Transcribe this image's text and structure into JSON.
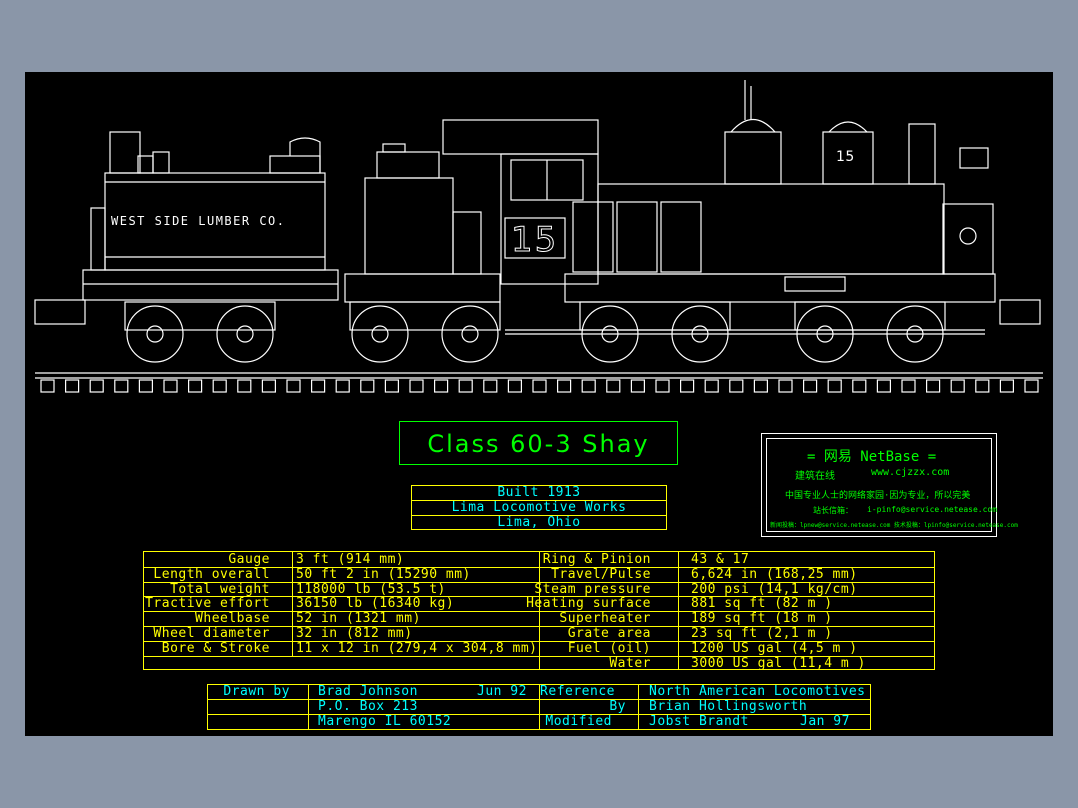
{
  "drawing": {
    "tender_lettering": "WEST SIDE LUMBER CO.",
    "cab_number": "15",
    "dome_number": "15"
  },
  "title": "Class 60-3 Shay",
  "builder": [
    "Built 1913",
    "Lima Locomotive Works",
    "Lima, Ohio"
  ],
  "netbase": {
    "title": "= 网易 NetBase =",
    "line2_left": "建筑在线",
    "line2_right": "www.cjzzx.com",
    "line3": "中国专业人士的网络家园·因为专业，所以完美",
    "line4_label": "站长信箱：",
    "line4_value": "i-pinfo@service.netease.com",
    "line5": "新闻投稿：lpnew@service.netease.com  技术投稿：lpinfo@service.netease.com"
  },
  "specs_left": [
    {
      "label": "Gauge",
      "value": "3 ft (914 mm)"
    },
    {
      "label": "Length overall",
      "value": "50 ft 2 in (15290 mm)"
    },
    {
      "label": "Total weight",
      "value": "118000 lb (53.5 t)"
    },
    {
      "label": "Tractive effort",
      "value": "36150 lb (16340 kg)"
    },
    {
      "label": "Wheelbase",
      "value": "52 in (1321 mm)"
    },
    {
      "label": "Wheel diameter",
      "value": "32 in (812 mm)"
    },
    {
      "label": "Bore & Stroke",
      "value": "11 x 12 in (279,4 x 304,8 mm)"
    }
  ],
  "specs_right": [
    {
      "label": "Ring & Pinion",
      "value": "43 & 17"
    },
    {
      "label": "Travel/Pulse",
      "value": "6,624 in (168,25 mm)"
    },
    {
      "label": "Steam pressure",
      "value": "200 psi (14,1 kg/cm)"
    },
    {
      "label": "Heating surface",
      "value": "881 sq ft (82 m )"
    },
    {
      "label": "Superheater",
      "value": "189 sq ft (18 m )"
    },
    {
      "label": "Grate area",
      "value": "23 sq ft (2,1 m )"
    },
    {
      "label": "Fuel (oil)",
      "value": "1200 US gal (4,5 m )"
    },
    {
      "label": "Water",
      "value": "3000 US gal (11,4 m )"
    }
  ],
  "credits": {
    "drawn_by_label": "Drawn by",
    "drawn_by_name": "Brad Johnson",
    "drawn_date": "Jun 92",
    "address1": "P.O. Box 213",
    "address2": "Marengo IL 60152",
    "reference_label": "Reference",
    "reference_value": "North American Locomotives",
    "by_label": "By",
    "by_value": "Brian Hollingsworth",
    "modified_label": "Modified",
    "modified_by": "Jobst Brandt",
    "modified_date": "Jan 97"
  },
  "colors": {
    "background": "#000000",
    "frame": "#8a96a8",
    "line": "#ffffff",
    "yellow": "#ffff00",
    "cyan": "#00ffff",
    "green": "#00ff00"
  }
}
